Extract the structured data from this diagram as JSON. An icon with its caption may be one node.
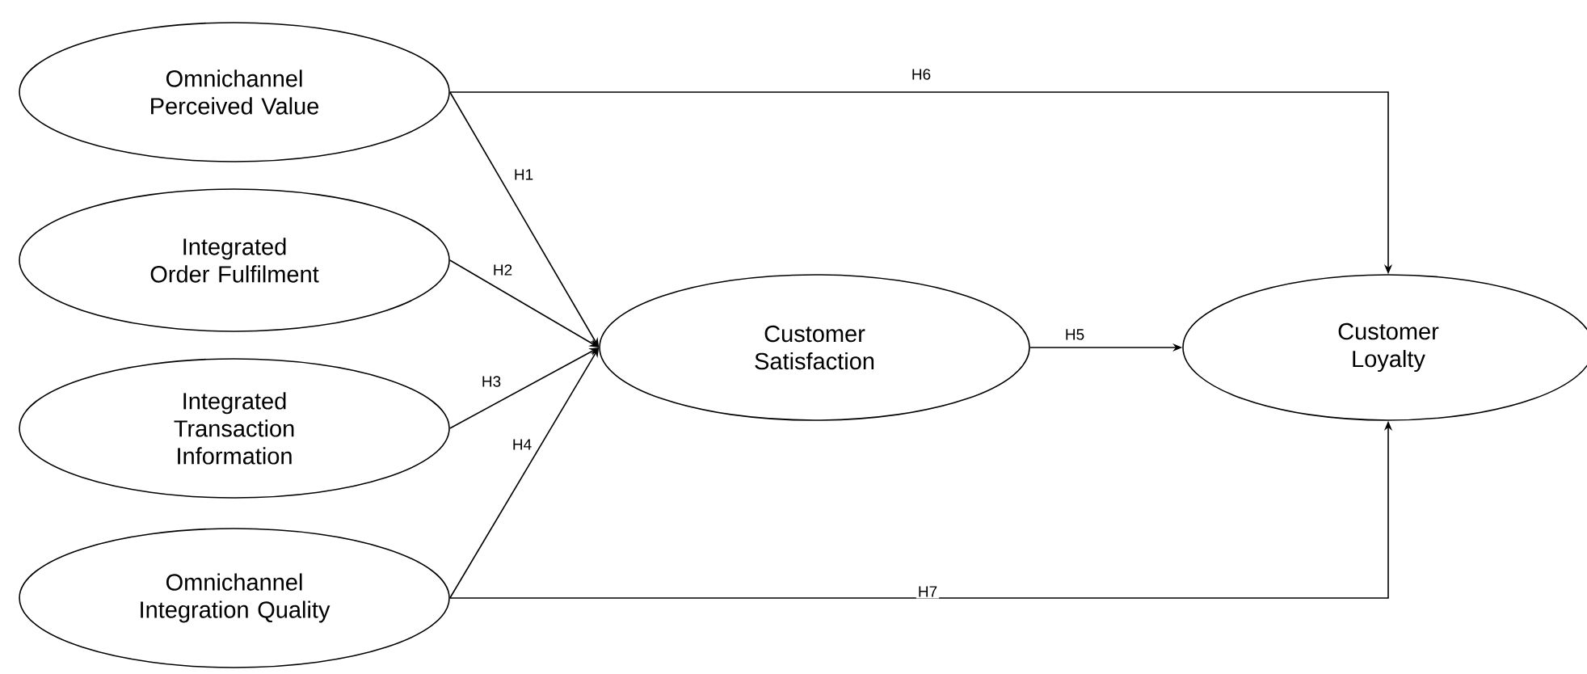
{
  "diagram": {
    "nodes": [
      {
        "text": [
          "Omnichannel Perceived Value"
        ]
      },
      {
        "text": [
          "Integrated Order Fulfilment"
        ]
      },
      {
        "text": [
          "Integrated Transaction Information"
        ]
      },
      {
        "text": [
          "Omnichannel Integration Quality"
        ]
      },
      {
        "text": [
          "Customer Satisfaction"
        ]
      },
      {
        "text": [
          "Customer Loyalty"
        ]
      }
    ],
    "edges": [
      {
        "from": 0,
        "to": 4,
        "arrow": "to",
        "label": "H1"
      },
      {
        "from": 1,
        "to": 4,
        "arrow": "to",
        "label": "H2"
      },
      {
        "from": 2,
        "to": 4,
        "arrow": "to",
        "label": "H3"
      },
      {
        "from": 3,
        "to": 4,
        "arrow": "to",
        "label": "H4"
      },
      {
        "from": 4,
        "to": 5,
        "arrow": "to",
        "label": "H5"
      },
      {
        "from": 0,
        "to": 5,
        "arrow": "to",
        "label": "H6"
      },
      {
        "from": 3,
        "to": 5,
        "arrow": "to",
        "label": "H7"
      }
    ]
  }
}
